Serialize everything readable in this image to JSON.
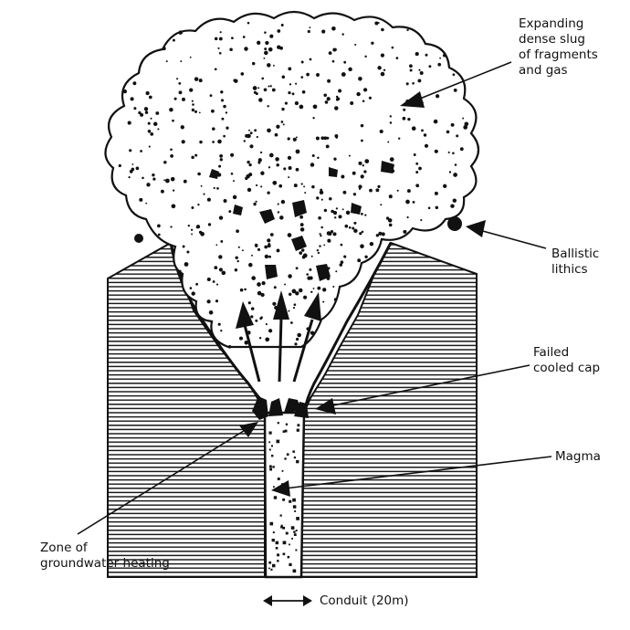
{
  "labels": {
    "slug": [
      "Expanding",
      "dense slug",
      "of fragments",
      "and gas"
    ],
    "ballistic": [
      "Ballistic",
      "lithics"
    ],
    "cap": [
      "Failed",
      "cooled cap"
    ],
    "magma": [
      "Magma"
    ],
    "zone": [
      "Zone of",
      "groundwater heating"
    ],
    "conduit": [
      "Conduit (20m)"
    ]
  }
}
